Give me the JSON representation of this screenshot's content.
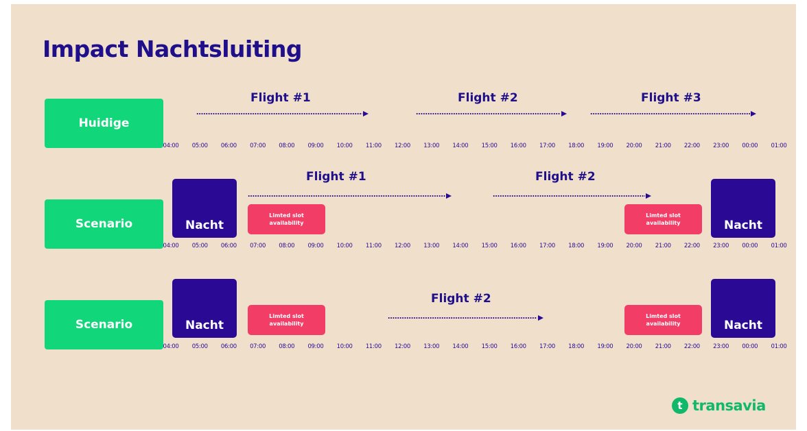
{
  "title": "Impact Nachtsluiting",
  "times": [
    "04:00",
    "05:00",
    "06:00",
    "07:00",
    "08:00",
    "09:00",
    "10:00",
    "11:00",
    "12:00",
    "13:00",
    "14:00",
    "15:00",
    "16:00",
    "17:00",
    "18:00",
    "19:00",
    "20:00",
    "21:00",
    "22:00",
    "23:00",
    "00:00",
    "01:00"
  ],
  "rows": [
    {
      "label": "Huidige",
      "flights": [
        "Flight #1",
        "Flight #2",
        "Flight #3"
      ]
    },
    {
      "label": "Scenario",
      "night_label": "Nacht",
      "limited_label": "Limted slot\navailability",
      "flights": [
        "Flight #1",
        "Flight #2"
      ]
    },
    {
      "label": "Scenario",
      "night_label": "Nacht",
      "limited_label": "Limted slot\navailability",
      "flights": [
        "Flight #2"
      ]
    }
  ],
  "colors": {
    "background": "#efdfcb",
    "navy": "#1f0f8a",
    "night_block": "#2a0a94",
    "row_label": "#12d67a",
    "limited_block": "#f23d67",
    "brand_green": "#12b86a"
  },
  "brand": {
    "icon": "transavia-logo-icon",
    "icon_glyph": "t",
    "name": "transavia"
  }
}
